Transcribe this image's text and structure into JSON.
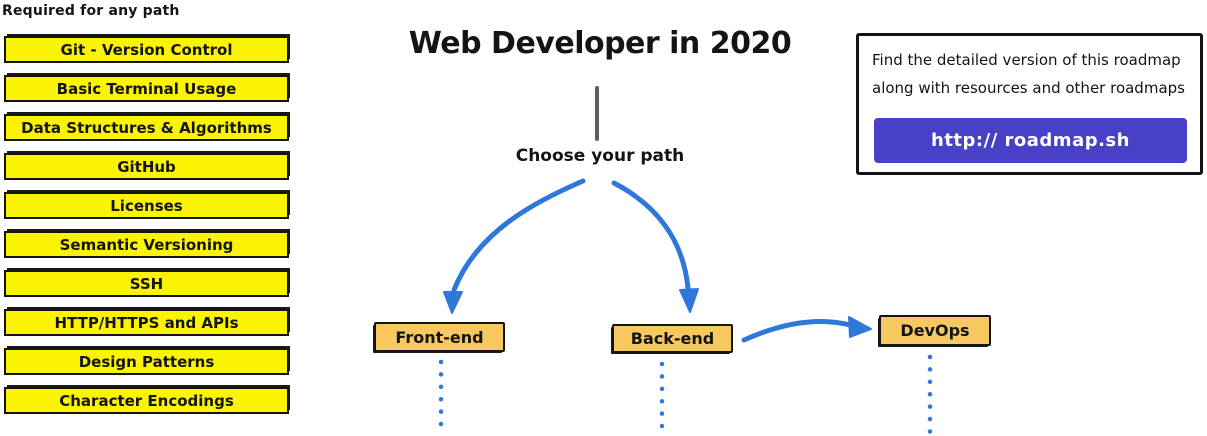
{
  "colors": {
    "yellow": "#FBF400",
    "topic_orange": "#F6C85F",
    "arrow_blue": "#2F78DB",
    "button_purple": "#4641C7",
    "line_gray": "#5E5E5E",
    "ink": "#141414"
  },
  "required_path": {
    "heading": "Required for any path",
    "items": [
      "Git - Version Control",
      "Basic Terminal Usage",
      "Data Structures & Algorithms",
      "GitHub",
      "Licenses",
      "Semantic Versioning",
      "SSH",
      "HTTP/HTTPS and APIs",
      "Design Patterns",
      "Character Encodings"
    ]
  },
  "center": {
    "title": "Web Developer in 2020",
    "choose_label": "Choose your path",
    "paths": {
      "frontend": "Front-end",
      "backend": "Back-end",
      "devops": "DevOps"
    }
  },
  "info_box": {
    "line1": "Find the detailed version of this roadmap",
    "line2": "along with resources and other roadmaps",
    "button_label": "http:// roadmap.sh"
  }
}
